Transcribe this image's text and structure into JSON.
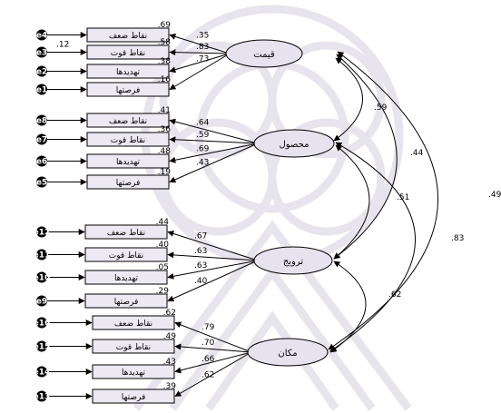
{
  "latents": [
    {
      "id": "price",
      "label": "قیمت"
    },
    {
      "id": "product",
      "label": "محصول"
    },
    {
      "id": "promotion",
      "label": "ترویج"
    },
    {
      "id": "place",
      "label": "مکان"
    }
  ],
  "groups": [
    {
      "latent": "price",
      "indicators": [
        {
          "label": "نقاط ضعف",
          "error": "e4",
          "r2": ".69",
          "loading": ".35"
        },
        {
          "label": "نقاط قوت",
          "error": "e3",
          "r2": ".58",
          "loading": ".83",
          "error_cov": ".12"
        },
        {
          "label": "تهدیدها",
          "error": "e2",
          "r2": ".38",
          "loading": ".73"
        },
        {
          "label": "فرصتها",
          "error": "e1",
          "r2": ".16",
          "loading": ""
        }
      ]
    },
    {
      "latent": "product",
      "indicators": [
        {
          "label": "نقاط ضعف",
          "error": "e8",
          "r2": ".41",
          "loading": ".64"
        },
        {
          "label": "نقاط قوت",
          "error": "e7",
          "r2": ".36",
          "loading": ".59"
        },
        {
          "label": "تهدیدها",
          "error": "e6",
          "r2": ".48",
          "loading": ".69"
        },
        {
          "label": "فرصتها",
          "error": "e5",
          "r2": ".19",
          "loading": ".43"
        }
      ]
    },
    {
      "latent": "promotion",
      "indicators": [
        {
          "label": "نقاط ضعف",
          "error": "e12",
          "r2": ".44",
          "loading": ".67"
        },
        {
          "label": "نقاط قوت",
          "error": "e11",
          "r2": ".40",
          "loading": ".63"
        },
        {
          "label": "تهدیدها",
          "error": "e10",
          "r2": ".05",
          "loading": ".63"
        },
        {
          "label": "فرصتها",
          "error": "e9",
          "r2": ".29",
          "loading": ".40"
        }
      ]
    },
    {
      "latent": "place",
      "indicators": [
        {
          "label": "نقاط ضعف",
          "error": "e16",
          "r2": ".62",
          "loading": ".79"
        },
        {
          "label": "نقاط قوت",
          "error": "e15",
          "r2": ".49",
          "loading": ".70"
        },
        {
          "label": "تهدیدها",
          "error": "e14",
          "r2": ".43",
          "loading": ".66"
        },
        {
          "label": "فرصتها",
          "error": "e13",
          "r2": ".39",
          "loading": ".62"
        }
      ]
    }
  ],
  "correlations": [
    {
      "from": "price",
      "to": "product",
      "value": ".59"
    },
    {
      "from": "price",
      "to": "promotion",
      "value": ".44"
    },
    {
      "from": "price",
      "to": "place",
      "value": ".49"
    },
    {
      "from": "product",
      "to": "promotion",
      "value": ".51"
    },
    {
      "from": "product",
      "to": "place",
      "value": ".83"
    },
    {
      "from": "promotion",
      "to": "place",
      "value": ".62"
    }
  ]
}
